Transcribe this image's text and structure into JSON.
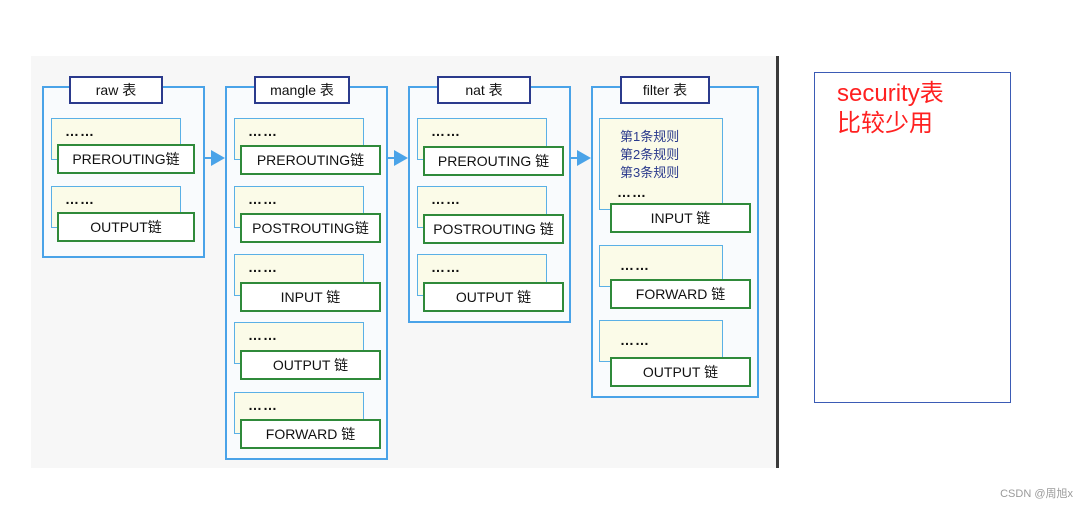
{
  "tables": [
    {
      "key": "raw",
      "title": "raw 表",
      "chains": [
        {
          "dots": "……",
          "label": "PREROUTING链"
        },
        {
          "dots": "……",
          "label": "OUTPUT链"
        }
      ]
    },
    {
      "key": "mangle",
      "title": "mangle 表",
      "chains": [
        {
          "dots": "……",
          "label": "PREROUTING链"
        },
        {
          "dots": "……",
          "label": "POSTROUTING链"
        },
        {
          "dots": "……",
          "label": "INPUT 链"
        },
        {
          "dots": "……",
          "label": "OUTPUT 链"
        },
        {
          "dots": "……",
          "label": "FORWARD 链"
        }
      ]
    },
    {
      "key": "nat",
      "title": "nat 表",
      "chains": [
        {
          "dots": "……",
          "label": "PREROUTING 链"
        },
        {
          "dots": "……",
          "label": "POSTROUTING 链"
        },
        {
          "dots": "……",
          "label": "OUTPUT 链"
        }
      ]
    },
    {
      "key": "filter",
      "title": "filter 表",
      "rules": [
        "第1条规则",
        "第2条规则",
        "第3条规则"
      ],
      "chains": [
        {
          "dots": "……",
          "label": "INPUT 链"
        },
        {
          "dots": "……",
          "label": "FORWARD 链"
        },
        {
          "dots": "……",
          "label": "OUTPUT 链"
        }
      ]
    }
  ],
  "note": {
    "line1": "security表",
    "line2": "比较少用"
  },
  "watermark": "CSDN @周旭x",
  "colors": {
    "table_border": "#4aa3e8",
    "title_border": "#2b3a8c",
    "chain_border": "#2f8a3a",
    "card_fill": "#fbfbe8",
    "note_text": "#ff2020"
  }
}
